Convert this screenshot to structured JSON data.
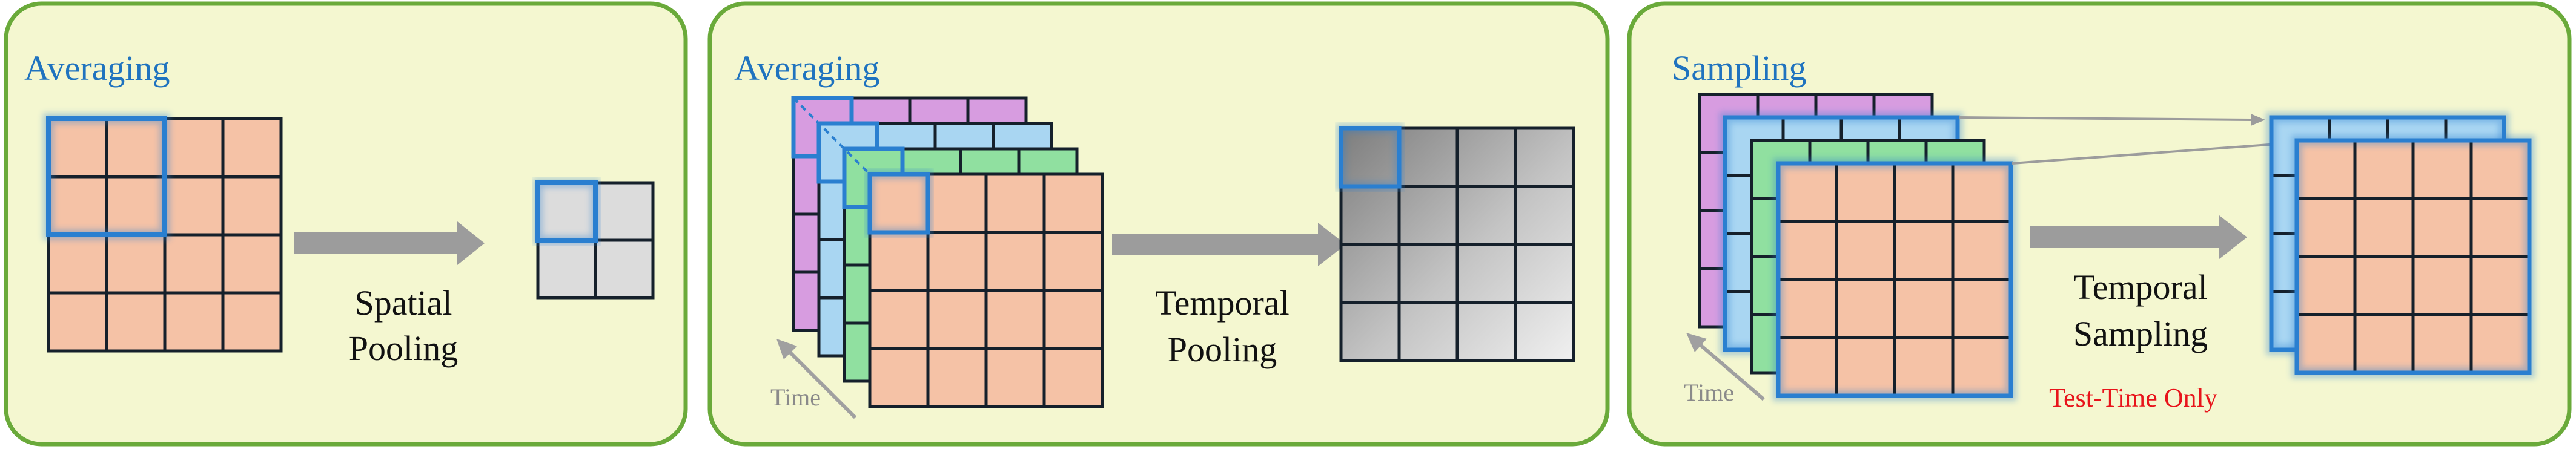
{
  "panels": [
    {
      "title": "Averaging",
      "caption_line1": "Spatial",
      "caption_line2": "Pooling"
    },
    {
      "title": "Averaging",
      "caption_line1": "Temporal",
      "caption_line2": "Pooling",
      "time_label": "Time"
    },
    {
      "title": "Sampling",
      "caption_line1": "Temporal",
      "caption_line2": "Sampling",
      "time_label": "Time",
      "note": "Test-Time Only"
    }
  ],
  "colors": {
    "panel_fill": "#f4f7d0",
    "panel_border": "#6aaa3a",
    "cell_orange": "#f5c2a6",
    "cell_gray": "#dcdcdc",
    "layer_pink": "#d79ce0",
    "layer_blue": "#a9d6f2",
    "layer_green": "#90e0a0",
    "highlight": "#2a7fd0",
    "arrow": "#9c9c9c",
    "title_blue": "#1f73bf",
    "note_red": "#e8141b"
  }
}
